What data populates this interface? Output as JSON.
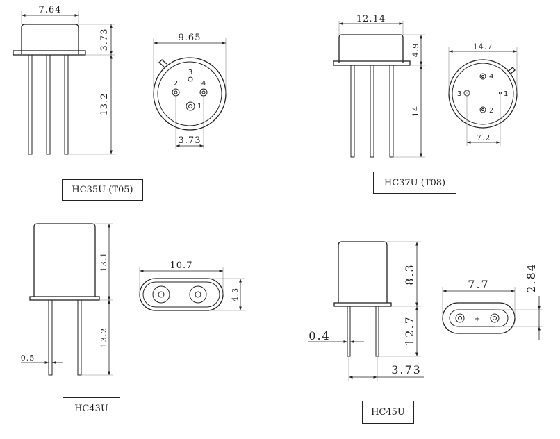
{
  "packages": [
    {
      "label": "HC35U (T05)",
      "dims": {
        "width": "7.64",
        "height": "3.73",
        "lead": "13.2",
        "dia": "9.65",
        "pitch": "3.73"
      },
      "pins": [
        "1",
        "2",
        "3",
        "4"
      ]
    },
    {
      "label": "HC37U (T08)",
      "dims": {
        "width": "12.14",
        "height": "4.9",
        "lead": "14",
        "dia": "14.7",
        "pitch": "7.2"
      },
      "pins": [
        "1",
        "2",
        "3",
        "4"
      ]
    },
    {
      "label": "HC43U",
      "dims": {
        "height": "13.1",
        "lead": "13.2",
        "lead_dia": "0.5",
        "width": "10.7",
        "depth": "4.3"
      }
    },
    {
      "label": "HC45U",
      "dims": {
        "height": "8.3",
        "lead": "12.7",
        "lead_dia": "0.4",
        "pitch": "3.73",
        "width": "7.7",
        "depth": "2.84",
        "polarity": "+"
      }
    }
  ]
}
